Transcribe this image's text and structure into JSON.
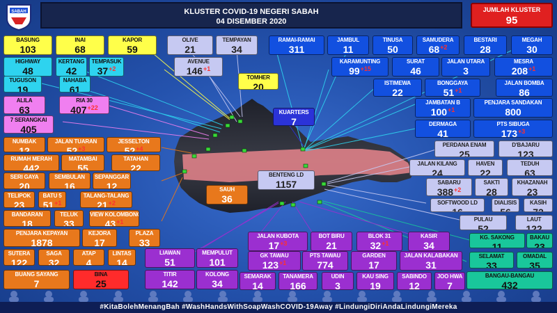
{
  "header": {
    "title_line1": "KLUSTER COVID-19 NEGERI SABAH",
    "title_line2": "04 DISEMBER 2020",
    "total_label": "JUMLAH KLUSTER",
    "total_value": "95"
  },
  "logo": {
    "icon": "sabah-state-logo",
    "text": "SABAH"
  },
  "footer": {
    "text": "#KitaBolehMenangBah #WashHandsWithSoapWashCOVID-19Away #LindungiDiriAndaLindungiMereka"
  },
  "colors": {
    "yellow": "#ffff4a",
    "cyan": "#2ed3ef",
    "pink": "#f07ff0",
    "orange": "#e8781c",
    "lavender": "#c6c9f2",
    "blue": "#1250e0",
    "purple": "#9b2fd0",
    "teal": "#19c79b",
    "red": "#ff2b2b"
  },
  "clusters": [
    {
      "name": "BASUNG",
      "value": "103",
      "inc": "",
      "color": "yellow"
    },
    {
      "name": "INAI",
      "value": "68",
      "inc": "",
      "color": "yellow"
    },
    {
      "name": "KAPOR",
      "value": "59",
      "inc": "",
      "color": "yellow"
    },
    {
      "name": "HIGHWAY",
      "value": "48",
      "inc": "",
      "color": "cyan"
    },
    {
      "name": "KERTANG",
      "value": "42",
      "inc": "",
      "color": "cyan"
    },
    {
      "name": "TEMPASUK",
      "value": "37",
      "inc": "+2",
      "color": "cyan"
    },
    {
      "name": "TUGUSON",
      "value": "19",
      "inc": "",
      "color": "cyan"
    },
    {
      "name": "NAHABA",
      "value": "61",
      "inc": "",
      "color": "cyan"
    },
    {
      "name": "ALILA",
      "value": "63",
      "inc": "",
      "color": "pink"
    },
    {
      "name": "RIA 30",
      "value": "407",
      "inc": "+22",
      "color": "pink"
    },
    {
      "name": "7 SERANGKAI",
      "value": "405",
      "inc": "",
      "color": "pink"
    },
    {
      "name": "NUMBAK",
      "value": "12",
      "inc": "",
      "color": "orange"
    },
    {
      "name": "JALAN TUARAN",
      "value": "52",
      "inc": "+3",
      "color": "orange"
    },
    {
      "name": "JESSELTON",
      "value": "52",
      "inc": "+4",
      "color": "orange"
    },
    {
      "name": "RUMAH MERAH",
      "value": "442",
      "inc": "",
      "color": "orange"
    },
    {
      "name": "MATAMBAI",
      "value": "55",
      "inc": "",
      "color": "orange"
    },
    {
      "name": "TATAHAN",
      "value": "22",
      "inc": "",
      "color": "orange"
    },
    {
      "name": "SERI GAYA",
      "value": "20",
      "inc": "",
      "color": "orange"
    },
    {
      "name": "SEMBULAN",
      "value": "16",
      "inc": "",
      "color": "orange"
    },
    {
      "name": "SEPANGGAR",
      "value": "12",
      "inc": "",
      "color": "orange"
    },
    {
      "name": "TELIPOK",
      "value": "23",
      "inc": "",
      "color": "orange"
    },
    {
      "name": "BATU 5",
      "value": "51",
      "inc": "+1",
      "color": "orange"
    },
    {
      "name": "TALANG-TALANG",
      "value": "21",
      "inc": "+2",
      "color": "orange"
    },
    {
      "name": "BANDARAN",
      "value": "18",
      "inc": "",
      "color": "orange"
    },
    {
      "name": "TELUK",
      "value": "33",
      "inc": "",
      "color": "orange"
    },
    {
      "name": "VIEW KOLOMBONG",
      "value": "43",
      "inc": "+1",
      "color": "orange"
    },
    {
      "name": "PENJARA KEPAYAN",
      "value": "1878",
      "inc": "",
      "color": "orange"
    },
    {
      "name": "KEJORA",
      "value": "17",
      "inc": "",
      "color": "orange"
    },
    {
      "name": "PLAZA",
      "value": "33",
      "inc": "",
      "color": "orange"
    },
    {
      "name": "SUTERA",
      "value": "122",
      "inc": "",
      "color": "orange"
    },
    {
      "name": "SAGA",
      "value": "32",
      "inc": "",
      "color": "orange"
    },
    {
      "name": "ATAP",
      "value": "4",
      "inc": "",
      "color": "orange"
    },
    {
      "name": "LINTAS",
      "value": "14",
      "inc": "",
      "color": "orange"
    },
    {
      "name": "BUANG SAYANG",
      "value": "7",
      "inc": "",
      "color": "orange"
    },
    {
      "name": "BINA",
      "value": "25",
      "inc": "",
      "color": "red"
    },
    {
      "name": "OLIVE",
      "value": "21",
      "inc": "",
      "color": "lavender"
    },
    {
      "name": "TEMPAYAN",
      "value": "34",
      "inc": "",
      "color": "lavender"
    },
    {
      "name": "AVENUE",
      "value": "146",
      "inc": "+1",
      "color": "lavender"
    },
    {
      "name": "TOMHER",
      "value": "20",
      "inc": "",
      "color": "yellow"
    },
    {
      "name": "KUARTERS",
      "value": "7",
      "inc": "",
      "color": "kuarters"
    },
    {
      "name": "SAUH",
      "value": "36",
      "inc": "",
      "color": "orange"
    },
    {
      "name": "BENTENG LD",
      "value": "1157",
      "inc": "",
      "color": "lavender"
    },
    {
      "name": "RAMAI-RAMAI",
      "value": "311",
      "inc": "",
      "color": "blue"
    },
    {
      "name": "JAMBUL",
      "value": "11",
      "inc": "",
      "color": "blue"
    },
    {
      "name": "TINUSA",
      "value": "50",
      "inc": "",
      "color": "blue"
    },
    {
      "name": "SAMUDERA",
      "value": "68",
      "inc": "+2",
      "color": "blue"
    },
    {
      "name": "BESTARI",
      "value": "28",
      "inc": "",
      "color": "blue"
    },
    {
      "name": "MEGAH",
      "value": "30",
      "inc": "",
      "color": "blue"
    },
    {
      "name": "KARAMUNTING",
      "value": "99",
      "inc": "+15",
      "color": "blue"
    },
    {
      "name": "SURAT",
      "value": "46",
      "inc": "",
      "color": "blue"
    },
    {
      "name": "JALAN UTARA",
      "value": "3",
      "inc": "",
      "color": "blue"
    },
    {
      "name": "MESRA",
      "value": "208",
      "inc": "+1",
      "color": "blue"
    },
    {
      "name": "ISTIMEWA",
      "value": "22",
      "inc": "",
      "color": "blue"
    },
    {
      "name": "BONGGAYA",
      "value": "51",
      "inc": "+1",
      "color": "blue"
    },
    {
      "name": "JALAN BOMBA",
      "value": "86",
      "inc": "",
      "color": "blue"
    },
    {
      "name": "JAMBATAN B",
      "value": "100",
      "inc": "+1",
      "color": "blue"
    },
    {
      "name": "PENJARA SANDAKAN",
      "value": "800",
      "inc": "",
      "color": "blue"
    },
    {
      "name": "DERMAGA",
      "value": "41",
      "inc": "",
      "color": "blue"
    },
    {
      "name": "PTS SIBUGA",
      "value": "173",
      "inc": "+3",
      "color": "blue"
    },
    {
      "name": "PERDANA ENAM",
      "value": "25",
      "inc": "",
      "color": "lavender"
    },
    {
      "name": "D'BAJARU",
      "value": "123",
      "inc": "",
      "color": "lavender"
    },
    {
      "name": "JALAN KILANG",
      "value": "24",
      "inc": "",
      "color": "lavender"
    },
    {
      "name": "HAVEN",
      "value": "22",
      "inc": "",
      "color": "lavender"
    },
    {
      "name": "TEDUH",
      "value": "63",
      "inc": "",
      "color": "lavender"
    },
    {
      "name": "SABARU",
      "value": "388",
      "inc": "+2",
      "color": "lavender"
    },
    {
      "name": "SAKTI",
      "value": "28",
      "inc": "",
      "color": "lavender"
    },
    {
      "name": "KHAZANAH",
      "value": "23",
      "inc": "",
      "color": "lavender"
    },
    {
      "name": "SOFTWOOD LD",
      "value": "16",
      "inc": "",
      "color": "lavender"
    },
    {
      "name": "DIALISIS",
      "value": "56",
      "inc": "",
      "color": "lavender"
    },
    {
      "name": "KASIH",
      "value": "72",
      "inc": "",
      "color": "lavender"
    },
    {
      "name": "PULAU",
      "value": "52",
      "inc": "",
      "color": "lavender"
    },
    {
      "name": "LAUT",
      "value": "122",
      "inc": "",
      "color": "lavender"
    },
    {
      "name": "KG. SAKONG",
      "value": "11",
      "inc": "",
      "color": "teal"
    },
    {
      "name": "BAKAU",
      "value": "23",
      "inc": "",
      "color": "teal"
    },
    {
      "name": "SELAMAT",
      "value": "33",
      "inc": "",
      "color": "teal"
    },
    {
      "name": "OMADAL",
      "value": "35",
      "inc": "",
      "color": "teal"
    },
    {
      "name": "BANGAU-BANGAU",
      "value": "432",
      "inc": "",
      "color": "teal"
    },
    {
      "name": "LIAWAN",
      "value": "51",
      "inc": "",
      "color": "purple"
    },
    {
      "name": "MEMPULUT",
      "value": "101",
      "inc": "",
      "color": "purple"
    },
    {
      "name": "TITIR",
      "value": "142",
      "inc": "",
      "color": "purple"
    },
    {
      "name": "KOLONG",
      "value": "34",
      "inc": "",
      "color": "purple"
    },
    {
      "name": "JALAN KUBOTA",
      "value": "17",
      "inc": "+3",
      "color": "purple"
    },
    {
      "name": "BOT BIRU",
      "value": "21",
      "inc": "",
      "color": "purple"
    },
    {
      "name": "BLOK 31",
      "value": "32",
      "inc": "+1",
      "color": "purple"
    },
    {
      "name": "KASIR",
      "value": "34",
      "inc": "",
      "color": "purple"
    },
    {
      "name": "GK TAWAU",
      "value": "123",
      "inc": "+1",
      "color": "purple"
    },
    {
      "name": "PTS TAWAU",
      "value": "774",
      "inc": "",
      "color": "purple"
    },
    {
      "name": "GARDEN",
      "value": "17",
      "inc": "",
      "color": "purple"
    },
    {
      "name": "JALAN KALABAKAN",
      "value": "31",
      "inc": "",
      "color": "purple"
    },
    {
      "name": "SEMARAK",
      "value": "14",
      "inc": "",
      "color": "purple"
    },
    {
      "name": "TANAMERA",
      "value": "166",
      "inc": "",
      "color": "purple"
    },
    {
      "name": "UDIN",
      "value": "3",
      "inc": "",
      "color": "purple"
    },
    {
      "name": "KAU SING",
      "value": "19",
      "inc": "",
      "color": "purple"
    },
    {
      "name": "SABINDO",
      "value": "12",
      "inc": "",
      "color": "purple"
    },
    {
      "name": "JOO HWA",
      "value": "7",
      "inc": "",
      "color": "purple"
    }
  ]
}
